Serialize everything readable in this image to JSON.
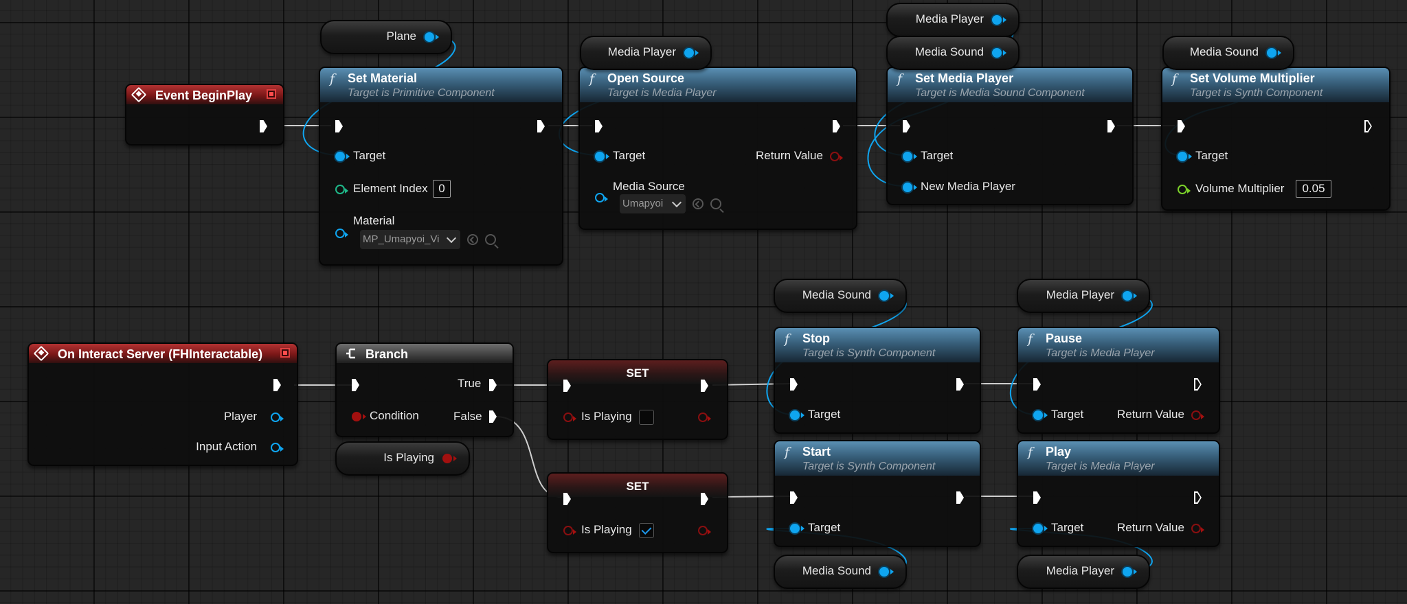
{
  "nodes": {
    "event_begin_play": {
      "title": "Event BeginPlay"
    },
    "set_material": {
      "title": "Set Material",
      "subtitle": "Target is Primitive Component",
      "target": "Target",
      "element_index_label": "Element Index",
      "element_index_value": "0",
      "material_label": "Material",
      "material_value": "MP_Umapyoi_Vi"
    },
    "open_source": {
      "title": "Open Source",
      "subtitle": "Target is Media Player",
      "target": "Target",
      "return_value": "Return Value",
      "media_source_label": "Media Source",
      "media_source_value": "Umapyoi"
    },
    "set_media_player": {
      "title": "Set Media Player",
      "subtitle": "Target is Media Sound Component",
      "target": "Target",
      "new_media_player": "New Media Player"
    },
    "set_volume_multiplier": {
      "title": "Set Volume Multiplier",
      "subtitle": "Target is Synth Component",
      "target": "Target",
      "volume_label": "Volume Multiplier",
      "volume_value": "0.05"
    },
    "on_interact_server": {
      "title": "On Interact Server (FHInteractable)",
      "player": "Player",
      "input_action": "Input Action"
    },
    "branch": {
      "title": "Branch",
      "condition": "Condition",
      "true_label": "True",
      "false_label": "False"
    },
    "set_true": {
      "title": "SET",
      "var": "Is Playing",
      "checked": false
    },
    "set_false": {
      "title": "SET",
      "var": "Is Playing",
      "checked": true
    },
    "stop": {
      "title": "Stop",
      "subtitle": "Target is Synth Component",
      "target": "Target"
    },
    "pause": {
      "title": "Pause",
      "subtitle": "Target is Media Player",
      "target": "Target",
      "return_value": "Return Value"
    },
    "start": {
      "title": "Start",
      "subtitle": "Target is Synth Component",
      "target": "Target"
    },
    "play": {
      "title": "Play",
      "subtitle": "Target is Media Player",
      "target": "Target",
      "return_value": "Return Value"
    }
  },
  "getters": {
    "plane": "Plane",
    "media_player_1": "Media Player",
    "media_player_2": "Media Player",
    "media_sound_1": "Media Sound",
    "media_sound_2": "Media Sound",
    "media_sound_3": "Media Sound",
    "media_player_3": "Media Player",
    "is_playing": "Is Playing",
    "media_sound_4": "Media Sound",
    "media_player_4": "Media Player"
  },
  "colors": {
    "exec": "#ffffff",
    "object": "#0fa5f0",
    "bool": "#a3100f",
    "int": "#1fb98a",
    "float": "#7bd12a",
    "function_header": "#375e79",
    "event_header": "#7a1717"
  }
}
